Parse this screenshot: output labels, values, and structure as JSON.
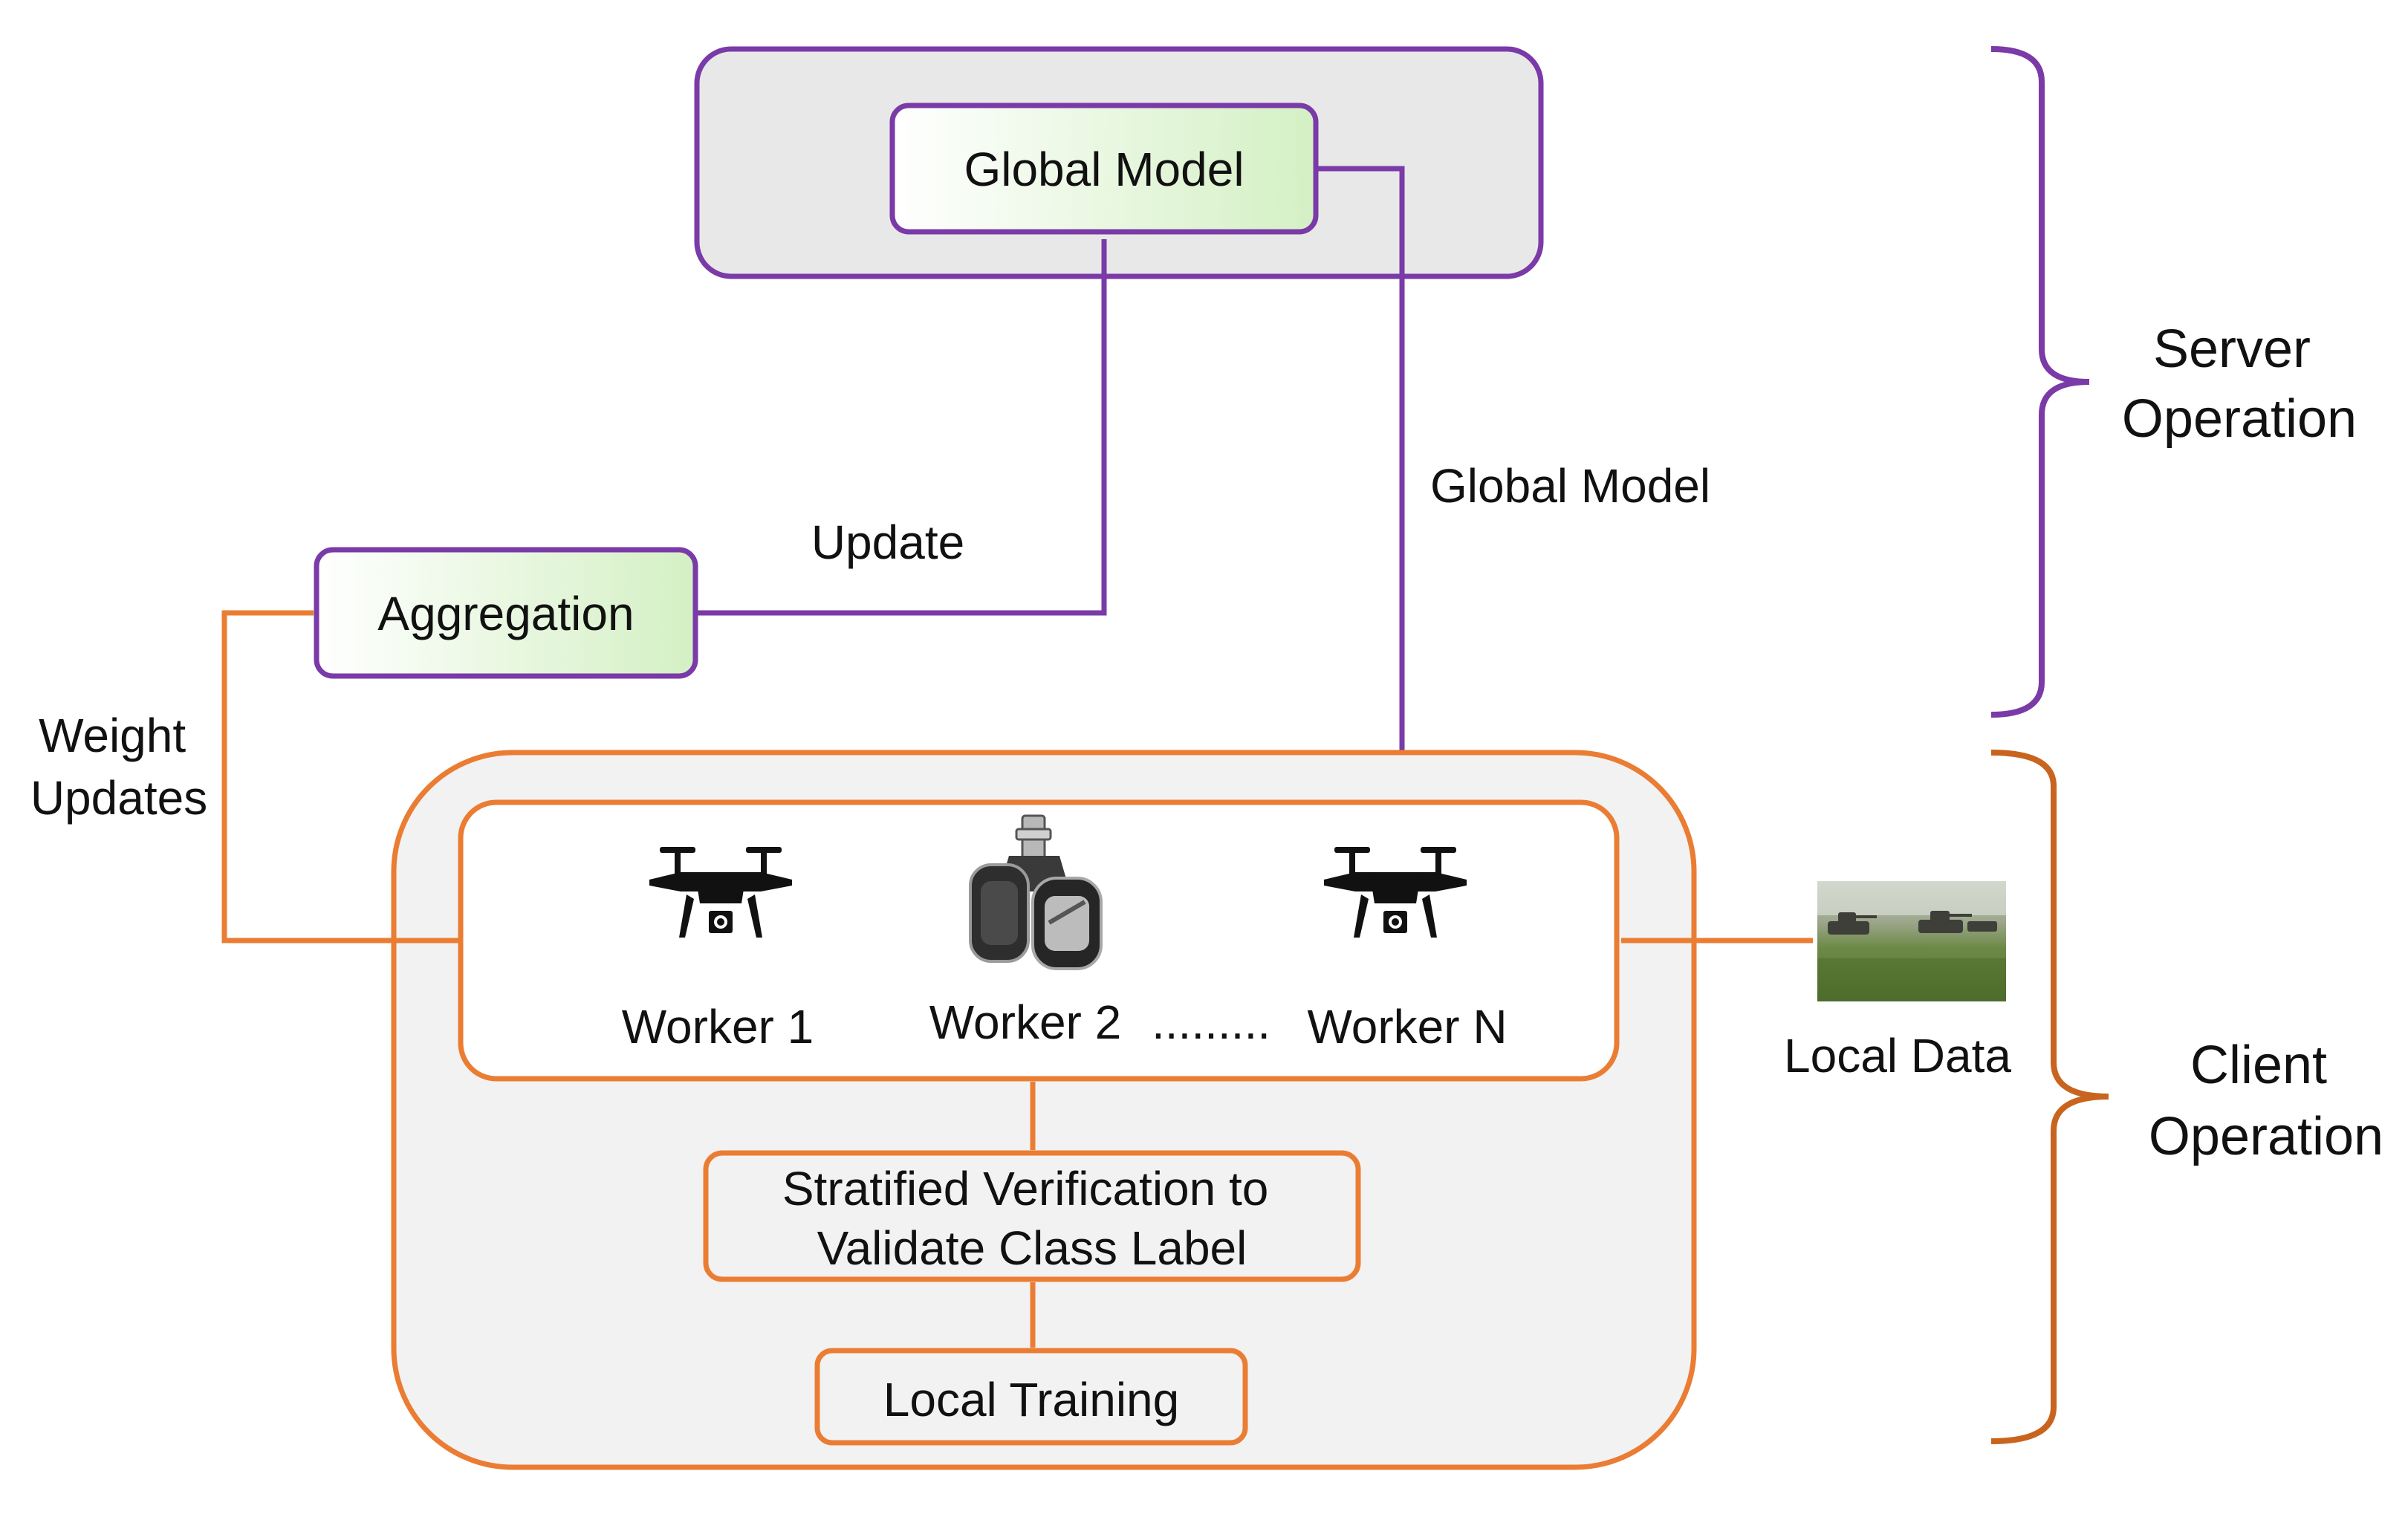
{
  "server": {
    "global_model_box": "Global Model",
    "aggregation_box": "Aggregation",
    "update_label": "Update",
    "global_model_arrow_label": "Global Model",
    "brace_label_line1": "Server",
    "brace_label_line2": "Operation"
  },
  "client": {
    "workers": [
      {
        "label": "Worker 1",
        "icon": "drone-icon"
      },
      {
        "label": "Worker 2",
        "icon": "tracked-robot-icon"
      },
      {
        "label": "Worker N",
        "icon": "drone-icon"
      }
    ],
    "ellipsis": ".........",
    "verification_line1": "Stratified Verification to",
    "verification_line2": "Validate Class Label",
    "local_training": "Local Training",
    "local_data_label": "Local Data",
    "weight_updates_line1": "Weight",
    "weight_updates_line2": "Updates",
    "brace_label_line1": "Client",
    "brace_label_line2": "Operation"
  },
  "colors": {
    "server_accent": "#7a3aa7",
    "client_accent": "#ea7d33",
    "client_brace": "#c8641e",
    "green_gradient_start": "#ffffff",
    "green_gradient_end": "#d4f0c4",
    "panel_fill": "#f2f2f2",
    "server_panel_fill": "#e8e8e8"
  }
}
